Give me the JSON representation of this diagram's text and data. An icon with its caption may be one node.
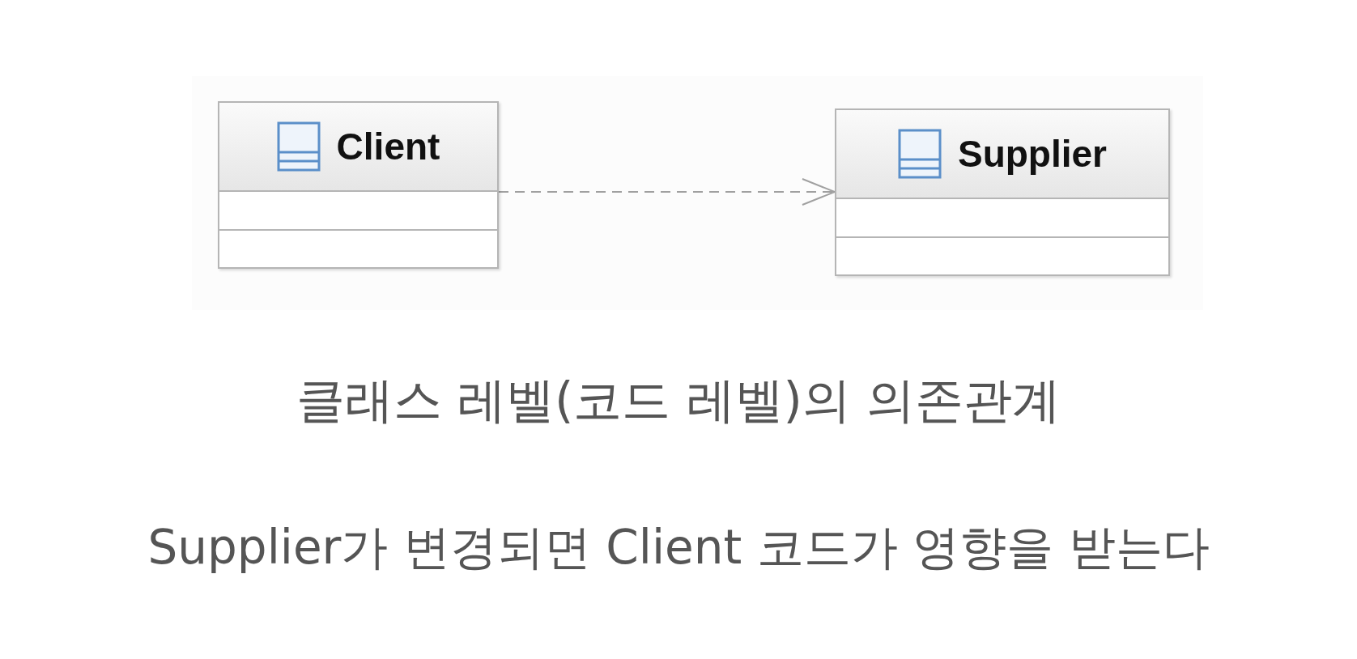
{
  "diagram": {
    "nodes": [
      {
        "text": [
          "Client"
        ]
      },
      {
        "text": [
          "Supplier"
        ]
      }
    ],
    "edges": [
      {
        "from": 0,
        "to": 1,
        "arrow": "to",
        "style": "dashed"
      }
    ],
    "labels": [
      "클래스 레벨(코드 레벨)의 의존관계",
      "Supplier가 변경되면 Client 코드가 영향을 받는다"
    ]
  }
}
